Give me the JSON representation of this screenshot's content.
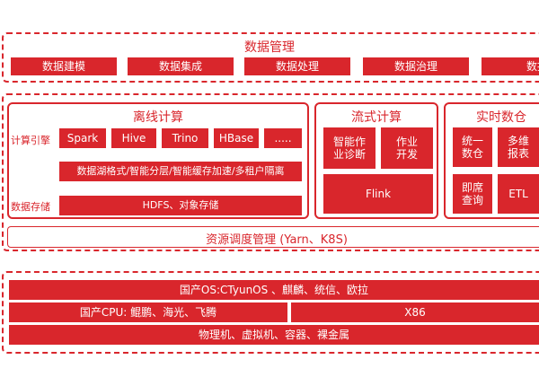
{
  "colors": {
    "accent": "#d9262c"
  },
  "data_mgmt": {
    "title": "数据管理",
    "items": [
      "数据建模",
      "数据集成",
      "数据处理",
      "数据治理",
      "数据"
    ]
  },
  "offline": {
    "title": "离线计算",
    "engine_label": "计算引擎",
    "engines": [
      "Spark",
      "Hive",
      "Trino",
      "HBase",
      "....."
    ],
    "features": "数据湖格式/智能分层/智能缓存加速/多租户隔离",
    "storage_label": "数据存储",
    "storage": "HDFS、对象存储"
  },
  "stream": {
    "title": "流式计算",
    "item1": "智能作业诊断",
    "item2": "作业开发",
    "flink": "Flink"
  },
  "realtime": {
    "title": "实时数仓",
    "items": [
      "统一数仓",
      "多维报表",
      "即席查询",
      "ETL"
    ]
  },
  "resource": "资源调度管理 (Yarn、K8S)",
  "infra": {
    "os": "国产OS:CTyunOS 、麒麟、统信、欧拉",
    "cpu": "国产CPU: 鲲鹏、海光、飞腾",
    "x86": "X86",
    "machines": "物理机、虚拟机、容器、裸金属"
  }
}
